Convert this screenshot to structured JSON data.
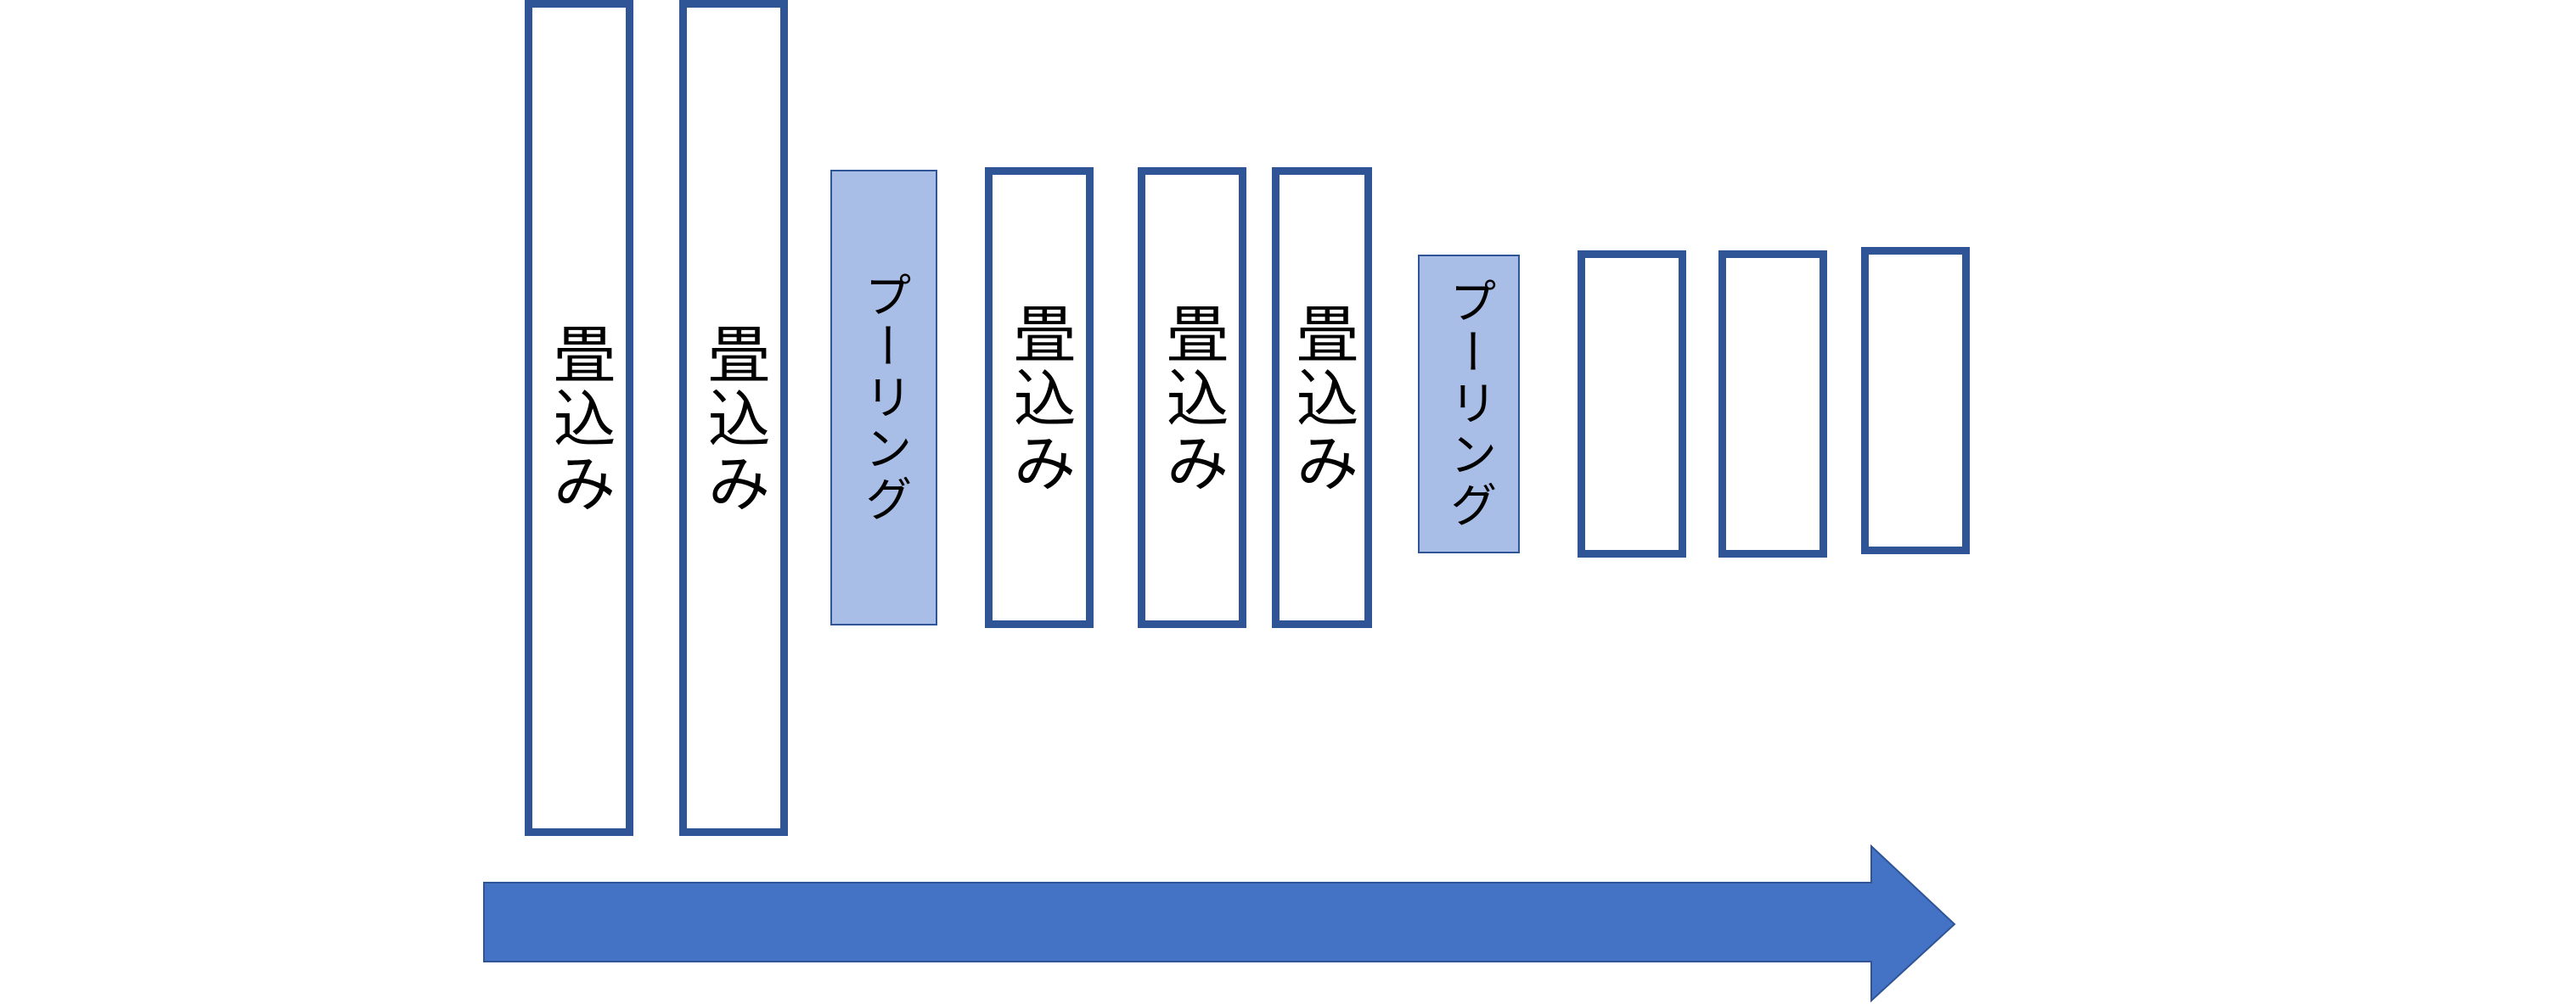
{
  "diagram": {
    "layers": [
      {
        "type": "conv",
        "label": "畳込み"
      },
      {
        "type": "conv",
        "label": "畳込み"
      },
      {
        "type": "pool",
        "label": "プーリング"
      },
      {
        "type": "conv",
        "label": "畳込み"
      },
      {
        "type": "conv",
        "label": "畳込み"
      },
      {
        "type": "conv",
        "label": "畳込み"
      },
      {
        "type": "pool",
        "label": "プーリング"
      },
      {
        "type": "output",
        "label": ""
      },
      {
        "type": "output",
        "label": ""
      },
      {
        "type": "output",
        "label": ""
      }
    ],
    "colors": {
      "layer_border": "#2f5597",
      "pool_fill": "#a9bee6",
      "arrow_fill": "#4472c4"
    },
    "flow_arrow": "right"
  }
}
